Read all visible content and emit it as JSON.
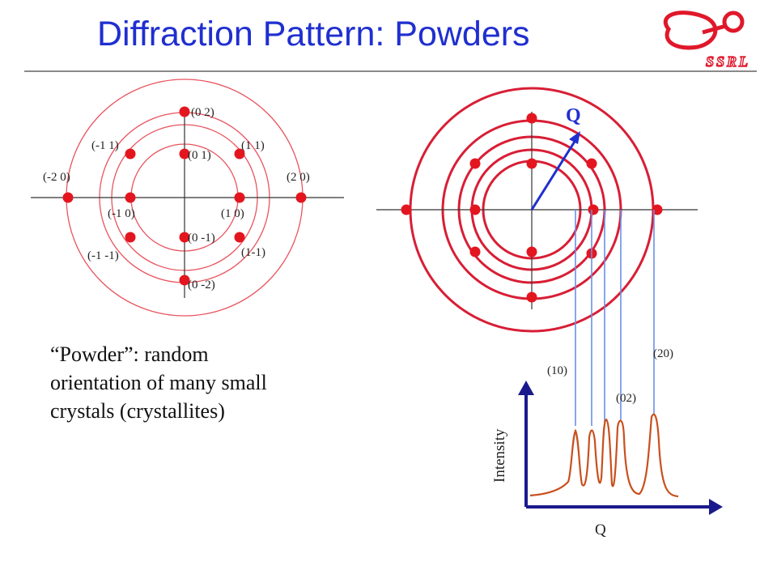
{
  "title": "Diffraction Pattern: Powders",
  "logo": {
    "text": "SSRL",
    "color": "#e0182b"
  },
  "caption": {
    "line1": "“Powder”: random",
    "line2": "orientation of many small",
    "line3": "crystals (crystallites)"
  },
  "single_crystal": {
    "spots": [
      {
        "label": "(0 2)"
      },
      {
        "label": "(-1 1)"
      },
      {
        "label": "(0 1)"
      },
      {
        "label": "(1 1)"
      },
      {
        "label": "(-2 0)"
      },
      {
        "label": "(2 0)"
      },
      {
        "label": "(-1 0)"
      },
      {
        "label": "(1 0)"
      },
      {
        "label": "(0 -1)"
      },
      {
        "label": "(-1 -1)"
      },
      {
        "label": "(1-1)"
      },
      {
        "label": "(0 -2)"
      }
    ]
  },
  "powder": {
    "vector_label": "Q"
  },
  "pattern": {
    "ylabel": "Intensity",
    "xlabel": "Q",
    "peak_labels": [
      "(10)",
      "(02)",
      "(20)"
    ]
  },
  "colors": {
    "title": "#1f2fd0",
    "rings_light": "#e8545f",
    "rings_dark": "#d81e35",
    "spot": "#e3161f",
    "vector": "#1f2fd0",
    "guide_lines": "#6b8fe6",
    "trace": "#c8501e"
  }
}
